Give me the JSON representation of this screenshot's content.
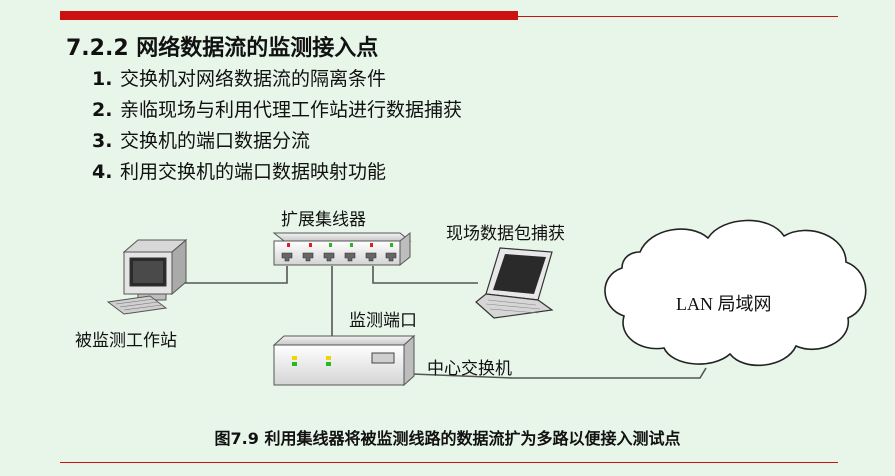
{
  "section": {
    "title": "7.2.2 网络数据流的监测接入点"
  },
  "items": [
    {
      "num": "1.",
      "text": "交换机对网络数据流的隔离条件"
    },
    {
      "num": "2.",
      "text": "亲临现场与利用代理工作站进行数据捕获"
    },
    {
      "num": "3.",
      "text": "交换机的端口数据分流"
    },
    {
      "num": "4.",
      "text": "利用交换机的端口数据映射功能"
    }
  ],
  "diagram": {
    "hub_label": "扩展集线器",
    "capture_label": "现场数据包捕获",
    "workstation_label": "被监测工作站",
    "monitor_port_label": "监测端口",
    "switch_label": "中心交换机",
    "lan_label": "LAN 局域网"
  },
  "caption": "图7.9 利用集线器将被监测线路的数据流扩为多路以便接入测试点",
  "colors": {
    "background": "#e8f6ea",
    "accent_red": "#cc1111",
    "led_red": "#e02020",
    "led_green": "#22bb22",
    "led_yellow": "#e8d800"
  }
}
